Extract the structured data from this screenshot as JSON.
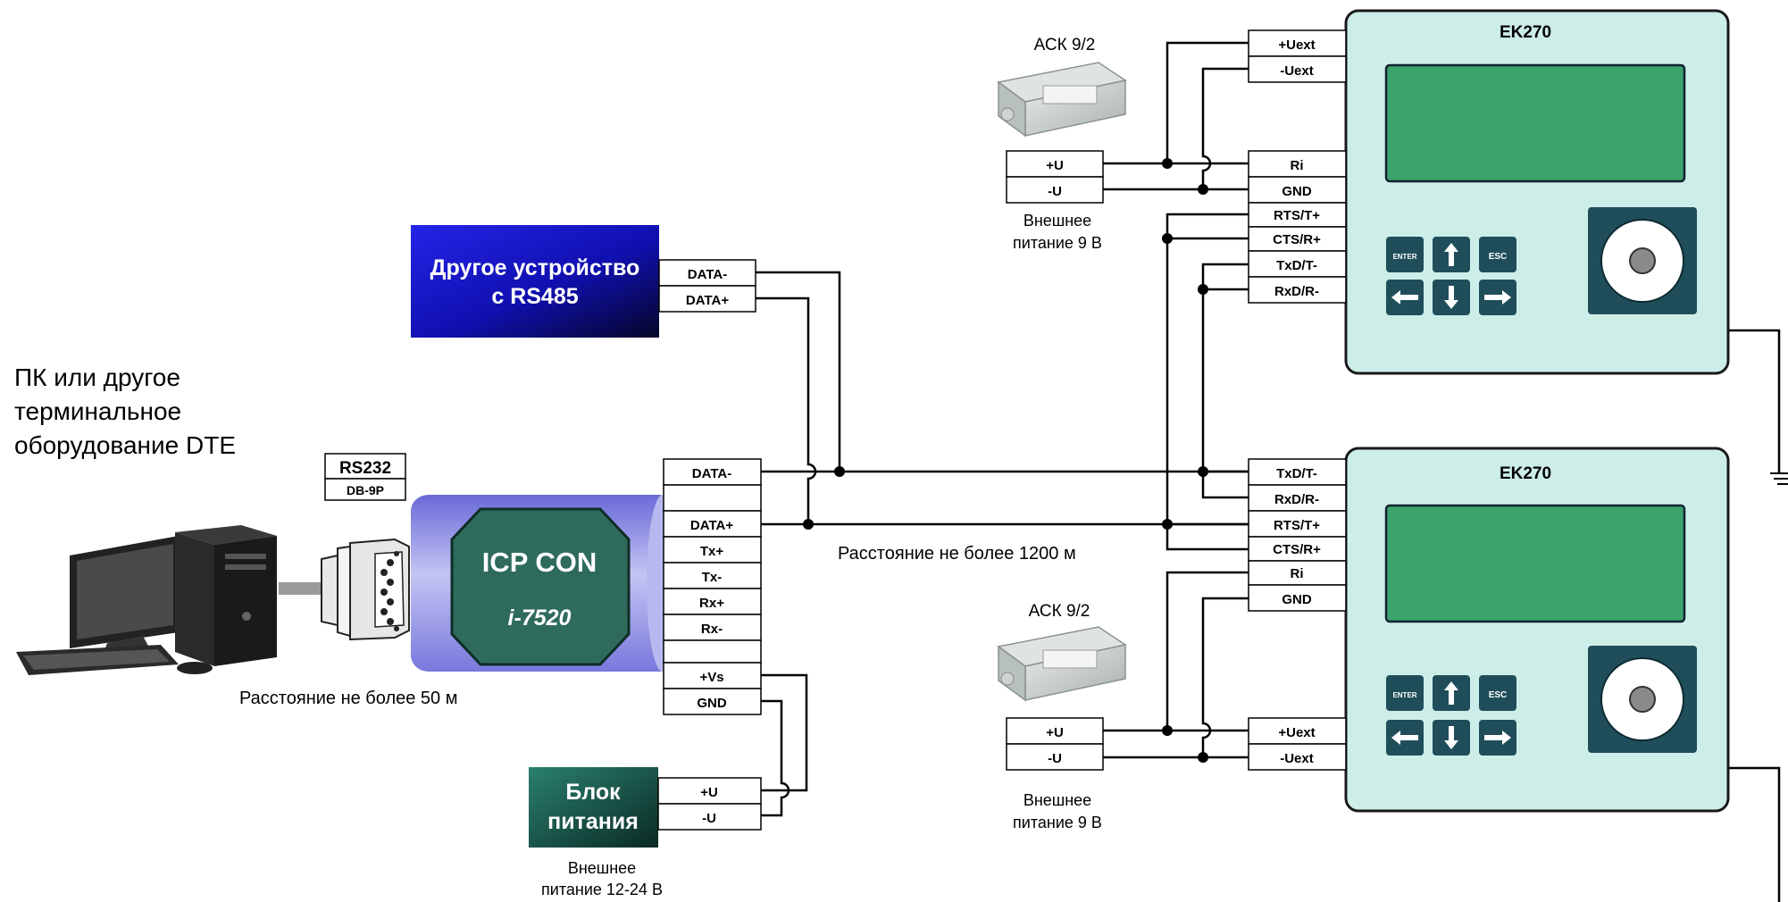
{
  "pc": {
    "title_line1": "ПК или другое",
    "title_line2": "терминальное",
    "title_line3": " оборудование DTE",
    "connector_label": "RS232",
    "connector_type": "DB-9P",
    "distance": "Расстояние не более 50 м"
  },
  "rs485_device": {
    "line1": "Другое устройство",
    "line2": "с RS485",
    "terminals": [
      "DATA-",
      "DATA+"
    ]
  },
  "converter": {
    "name": "ICP CON",
    "model": "i-7520",
    "terminals": [
      "DATA-",
      "",
      "DATA+",
      "Tx+",
      "Tx-",
      "Rx+",
      "Rx-",
      "",
      "+Vs",
      "GND"
    ]
  },
  "power_unit": {
    "line1": "Блок",
    "line2": "питания",
    "terminals": [
      "+U",
      "-U"
    ],
    "caption_line1": "Внешнее",
    "caption_line2": "питание 12-24 В"
  },
  "bus_distance": "Расстояние не более 1200 м",
  "ek_top": {
    "title": "EK270",
    "left_terminals": [
      "+Uext",
      "-Uext",
      "Ri",
      "GND",
      "RTS/T+",
      "CTS/R+",
      "TxD/T-",
      "RxD/R-"
    ],
    "keys": {
      "enter": "ENTER",
      "esc": "ESC"
    }
  },
  "ek_bottom": {
    "title": "EK270",
    "left_terminals": [
      "TxD/T-",
      "RxD/R-",
      "RTS/T+",
      "CTS/R+",
      "Ri",
      "GND",
      "+Uext",
      "-Uext"
    ],
    "keys": {
      "enter": "ENTER",
      "esc": "ESC"
    }
  },
  "ack_top": {
    "label": "АСК 9/2",
    "terminals": [
      "+U",
      "-U"
    ],
    "caption_line1": "Внешнее",
    "caption_line2": "питание 9 В"
  },
  "ack_bottom": {
    "label": "АСК 9/2",
    "terminals": [
      "+U",
      "-U"
    ],
    "caption_line1": "Внешнее",
    "caption_line2": "питание 9 В"
  },
  "colors": {
    "ek_body": "#cdeee8",
    "ek_screen": "#3aa26a",
    "ek_keys": "#1f4e5a",
    "rs485_box": "#1414c8",
    "converter_body": "#8f8fe0",
    "converter_chip": "#2e6b5c",
    "power_box": "#1d6a5a"
  }
}
